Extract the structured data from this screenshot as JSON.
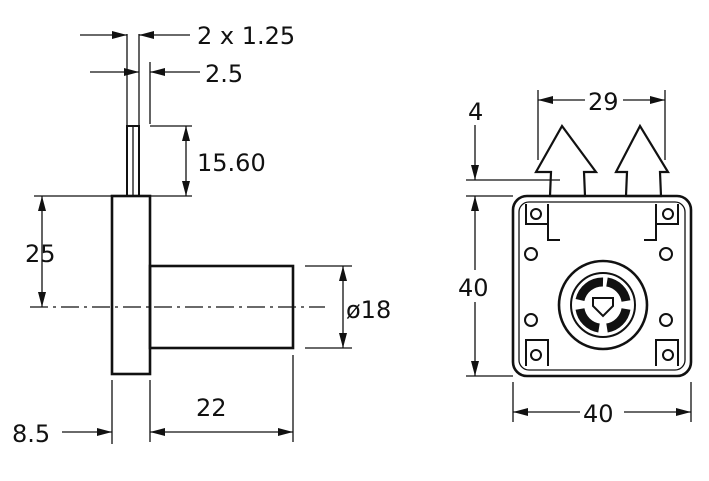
{
  "side_view": {
    "dim_plate_thickness": "2 x 1.25",
    "dim_tongue_width": "2.5",
    "dim_tongue_height": "15.60",
    "dim_upper_height": "25",
    "dim_diameter": "ø18",
    "dim_cylinder_length": "22",
    "dim_body_thickness": "8.5"
  },
  "front_view": {
    "dim_top_offset": "4",
    "dim_hook_span": "29",
    "dim_height": "40",
    "dim_width": "40"
  }
}
